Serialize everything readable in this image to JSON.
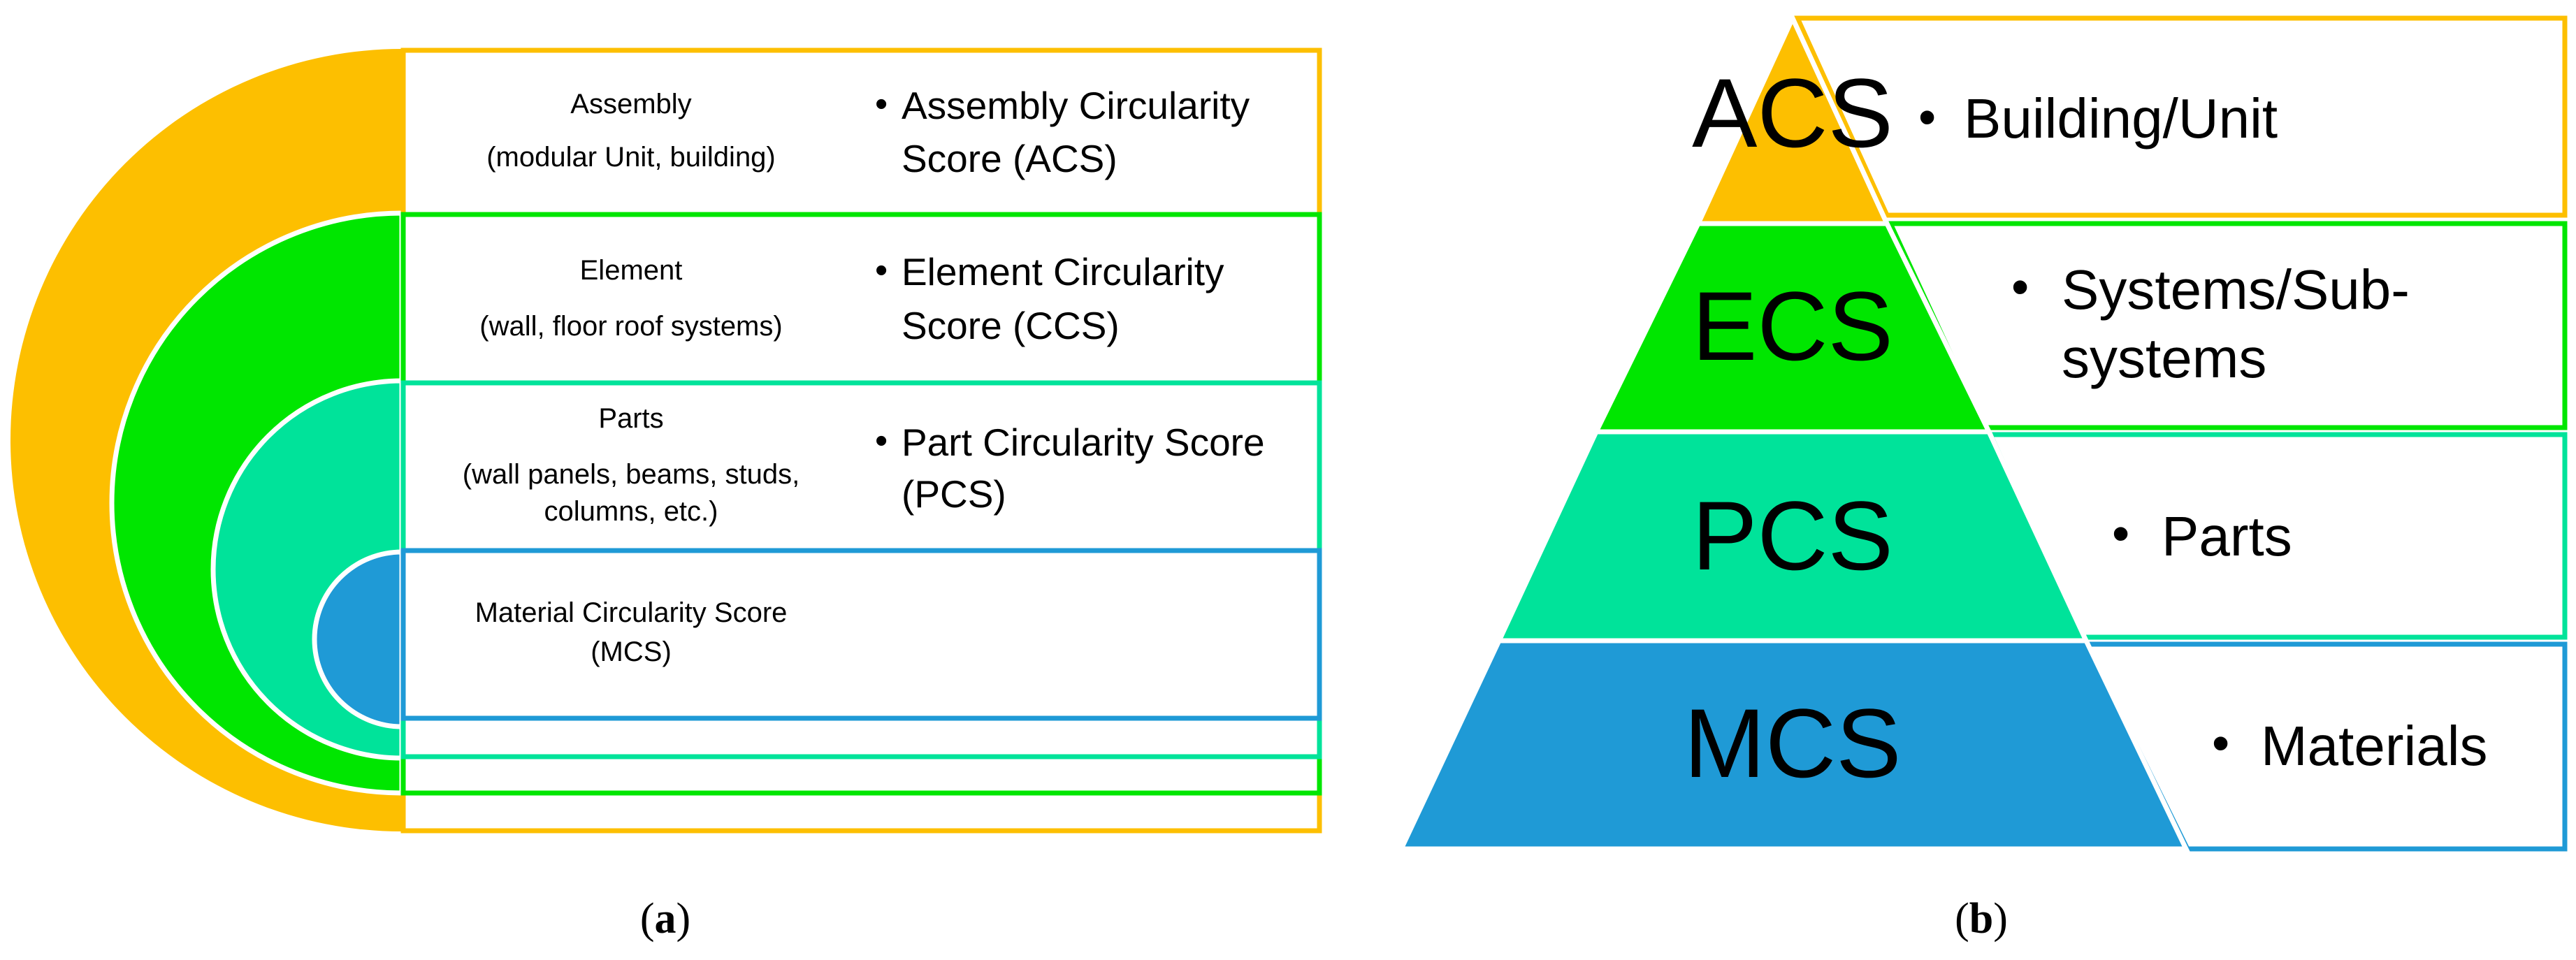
{
  "colors": {
    "assembly": "#FDBF00",
    "element": "#00E600",
    "parts": "#00E39A",
    "material": "#1F9AD6"
  },
  "panel_a": {
    "caption_letter": "a",
    "rows": [
      {
        "level": "Assembly",
        "detail": "(modular Unit, building)",
        "score_line1": "Assembly Circularity",
        "score_line2": "Score (ACS)"
      },
      {
        "level": "Element",
        "detail": "(wall, floor roof systems)",
        "score_line1": "Element Circularity",
        "score_line2": "Score (CCS)"
      },
      {
        "level": "Parts",
        "detail1": "(wall panels, beams, studs,",
        "detail2": "columns, etc.)",
        "score_line1": "Part Circularity Score",
        "score_line2": "(PCS)"
      },
      {
        "level": "Material Circularity Score",
        "detail": "(MCS)"
      }
    ]
  },
  "panel_b": {
    "caption_letter": "b",
    "tiers": [
      {
        "code": "ACS",
        "desc_line1": "Building/Unit"
      },
      {
        "code": "ECS",
        "desc_line1": "Systems/Sub-",
        "desc_line2": "systems"
      },
      {
        "code": "PCS",
        "desc_line1": "Parts"
      },
      {
        "code": "MCS",
        "desc_line1": "Materials"
      }
    ]
  },
  "bullet": "•"
}
